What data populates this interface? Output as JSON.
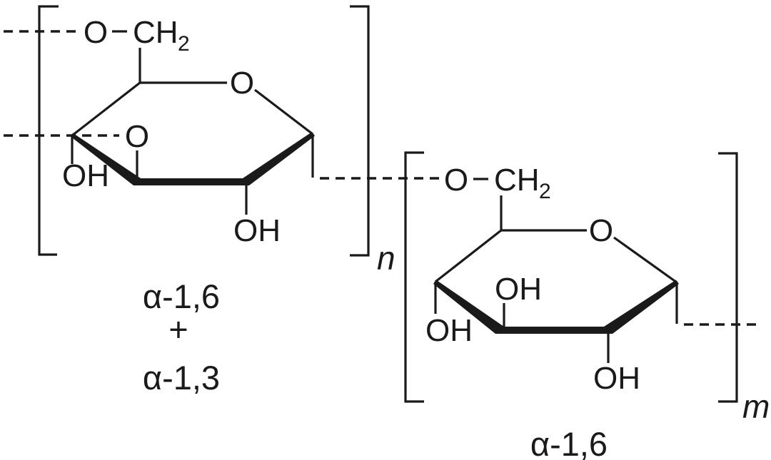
{
  "figure": {
    "description": "Chemical structure of a branched glucan polysaccharide: left pyranose repeat unit (n) with alpha-1,6 plus alpha-1,3 linkages, right pyranose repeat unit (m) with alpha-1,6 linkages",
    "colors": {
      "ink": "#1a1a1a",
      "background": "#ffffff"
    },
    "left_unit": {
      "o6": "O",
      "ch": "CH",
      "ch_sub": "2",
      "ring_o": "O",
      "branch_o": "O",
      "oh_c4": "OH",
      "oh_c2": "OH",
      "subscript": "n",
      "linkage_1": "α-1,6",
      "plus": "+",
      "linkage_2": "α-1,3"
    },
    "right_unit": {
      "o6": "O",
      "ch": "CH",
      "ch_sub": "2",
      "ring_o": "O",
      "oh_c3": "OH",
      "oh_c4": "OH",
      "oh_c2": "OH",
      "subscript": "m",
      "linkage_1": "α-1,6"
    }
  }
}
